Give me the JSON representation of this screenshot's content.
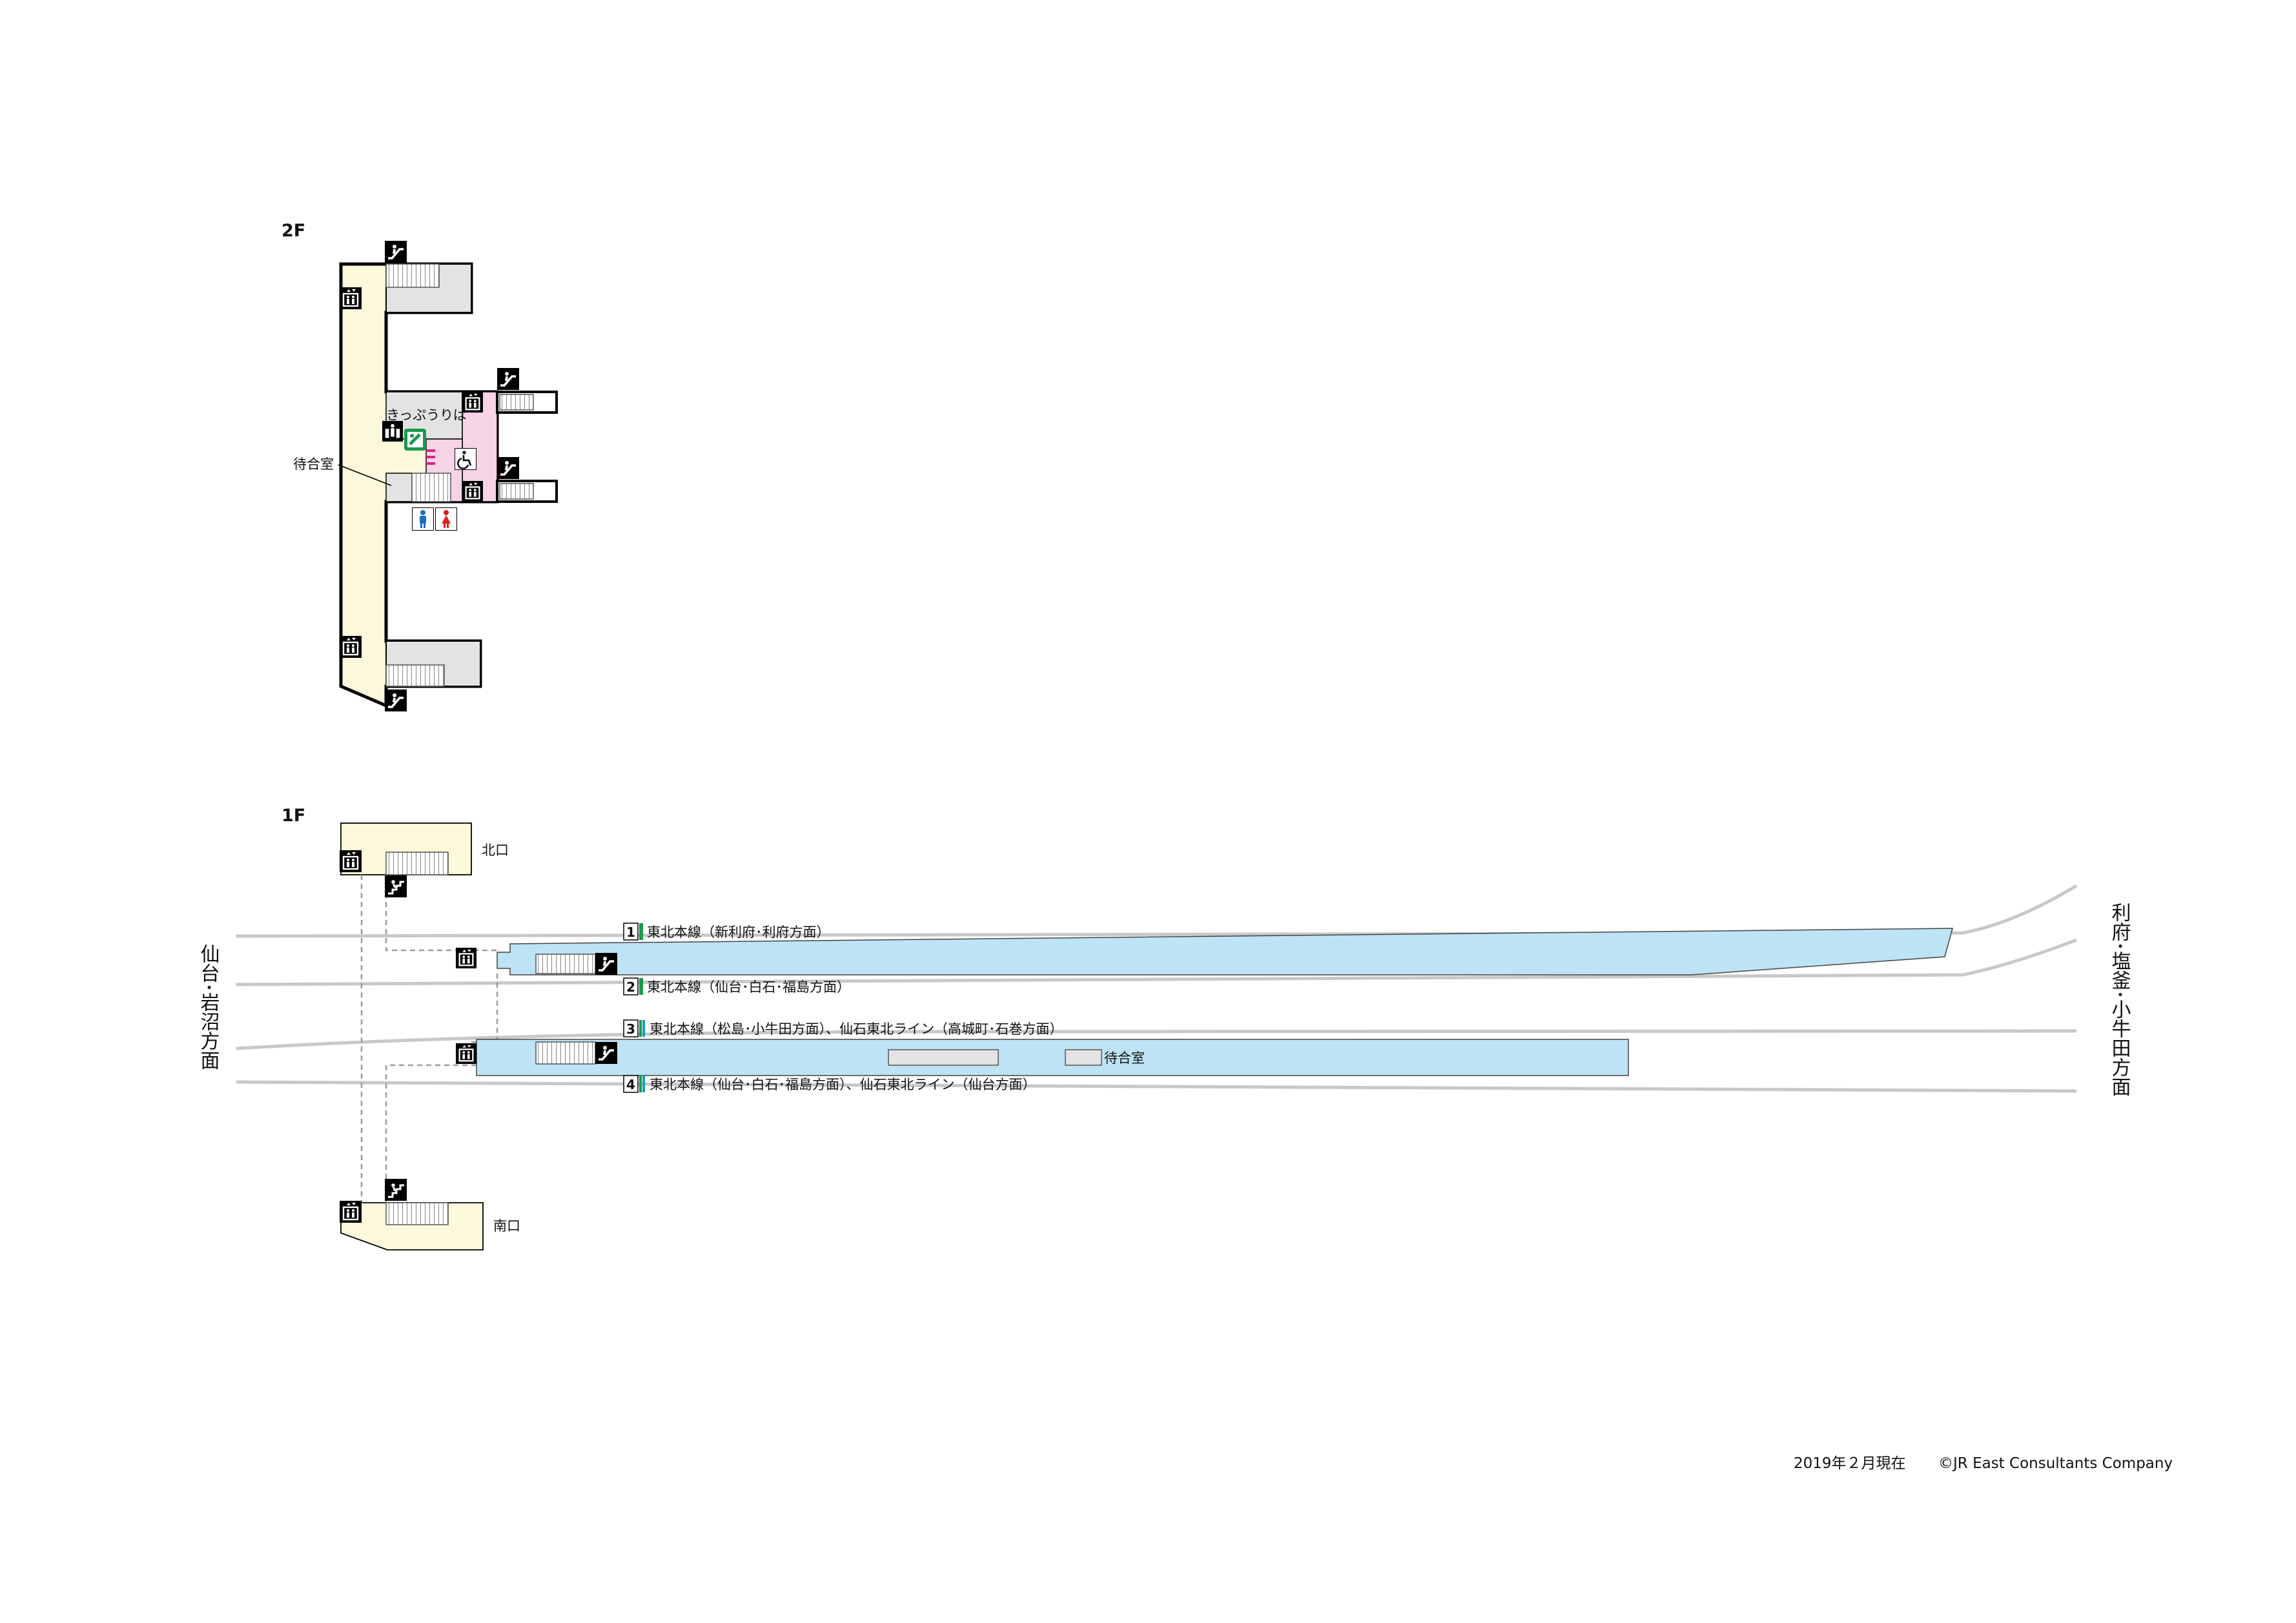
{
  "floors": {
    "upper": "2F",
    "ground": "1F"
  },
  "upper_floor": {
    "ticket_office": "きっぷうりば",
    "waiting_room": "待合室"
  },
  "ground_floor": {
    "north_exit": "北口",
    "south_exit": "南口",
    "platform_waiting_room": "待合室"
  },
  "platforms": [
    {
      "number": "1",
      "label": "東北本線（新利府･利府方面）",
      "color": "#1a9a4a"
    },
    {
      "number": "2",
      "label": "東北本線（仙台･白石･福島方面）",
      "color": "#1a9a4a"
    },
    {
      "number": "3",
      "label": "東北本線（松島･小牛田方面）、仙石東北ライン（高城町･石巻方面）",
      "color": "#1a9a8a"
    },
    {
      "number": "4",
      "label": "東北本線（仙台･白石･福島方面）、仙石東北ライン（仙台方面）",
      "color": "#1a9a8a"
    }
  ],
  "directions": {
    "left": "仙台･岩沼方面",
    "right": "利府･塩釜･小牛田方面"
  },
  "footer": {
    "date": "2019年２月現在",
    "copyright": "©JR East Consultants Company"
  },
  "colors": {
    "platform": "#bde3f5",
    "concourse": "#fbf8dc",
    "ticket_area": "#f7d3e6",
    "stair_area": "#e3e3e3",
    "track": "#c8c8c8",
    "male": "#1c6fc0",
    "female": "#d9241f"
  },
  "icons": [
    "stairs-icon",
    "elevator-icon",
    "escalator-icon",
    "ticket-gate-icon",
    "accessible-icon",
    "restroom-male-icon",
    "restroom-female-icon",
    "information-icon"
  ]
}
